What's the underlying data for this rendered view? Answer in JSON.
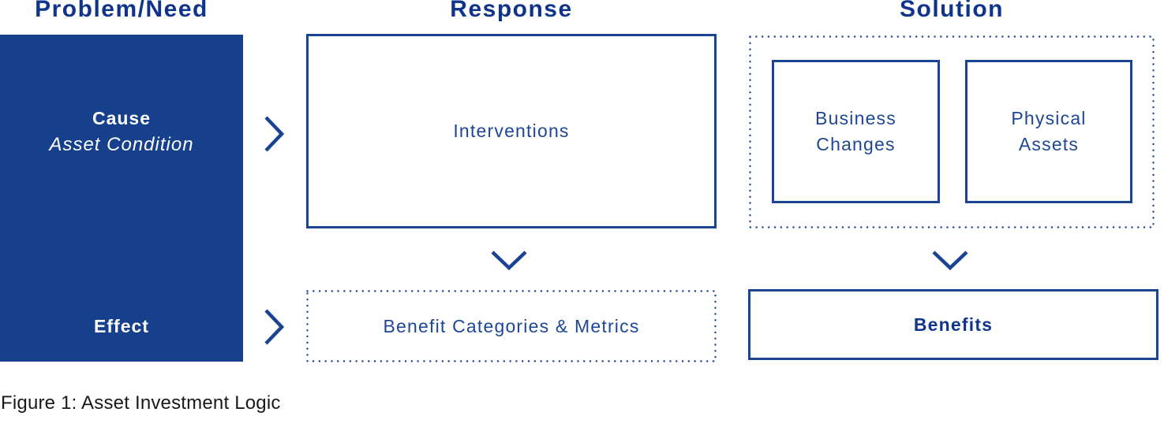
{
  "figure": {
    "caption": "Figure 1: Asset Investment Logic"
  },
  "colors": {
    "brand_blue_fill": "#17408c",
    "brand_blue_border": "#1b4394",
    "header_text_blue": "#0f3489",
    "label_text_blue": "#1d4795",
    "benefits_text_blue": "#10358c",
    "white_text": "#ffffff",
    "caption_black": "#191919"
  },
  "columns": [
    {
      "header": "Problem/Need"
    },
    {
      "header": "Response"
    },
    {
      "header": "Solution"
    }
  ],
  "problem_need": {
    "cause_title": "Cause",
    "cause_subtitle": "Asset Condition",
    "effect_label": "Effect"
  },
  "response": {
    "interventions_label": "Interventions",
    "benefit_categories_label": "Benefit Categories & Metrics"
  },
  "solution": {
    "business_changes_label": "Business Changes",
    "physical_assets_label": "Physical Assets",
    "benefits_label": "Benefits"
  },
  "icons": {
    "arrow_right": "chevron-right",
    "arrow_down": "chevron-down"
  }
}
